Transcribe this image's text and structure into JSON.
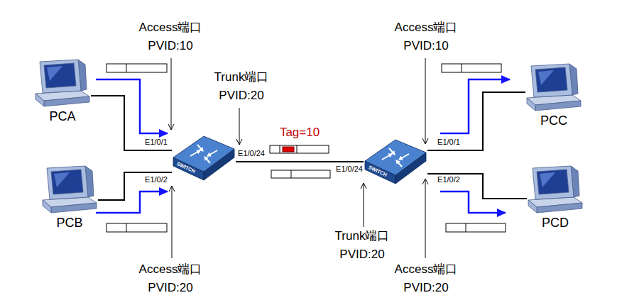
{
  "diagram": {
    "nodes": [
      {
        "text": [
          "PCA"
        ]
      },
      {
        "text": [
          "PCB"
        ]
      },
      {
        "text": [
          "SWITCH"
        ]
      },
      {
        "text": [
          "SWITCH"
        ]
      },
      {
        "text": [
          "PCC"
        ]
      },
      {
        "text": [
          "PCD"
        ]
      }
    ],
    "edges": [
      {
        "from": 0,
        "to": 2,
        "arrow": "none"
      },
      {
        "from": 1,
        "to": 2,
        "arrow": "none"
      },
      {
        "from": 2,
        "to": 3,
        "arrow": "none"
      },
      {
        "from": 3,
        "to": 4,
        "arrow": "none"
      },
      {
        "from": 3,
        "to": 5,
        "arrow": "none"
      }
    ],
    "labels": [
      "Access端口 PVID:10",
      "Trunk端口 PVID:20",
      "Access端口 PVID:10",
      "Tag=10",
      "E1/0/1",
      "E1/0/24",
      "E1/0/24",
      "E1/0/1",
      "E1/0/2",
      "E1/0/2",
      "Access端口 PVID:20",
      "Trunk端口 PVID:20",
      "Access端口 PVID:20"
    ]
  }
}
